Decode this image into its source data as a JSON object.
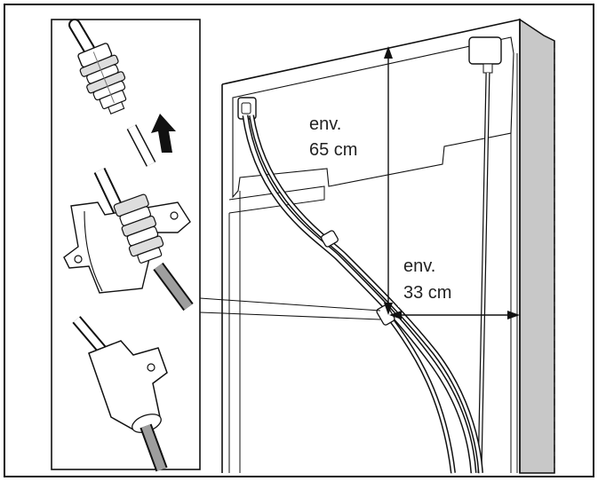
{
  "labels": {
    "height_prefix": "env.",
    "height_value": "65 cm",
    "width_prefix": "env.",
    "width_value": "33 cm"
  },
  "colors": {
    "line": "#222222",
    "shade": "#bdbdbd",
    "tube": "#9e9e9e",
    "background": "#ffffff"
  }
}
